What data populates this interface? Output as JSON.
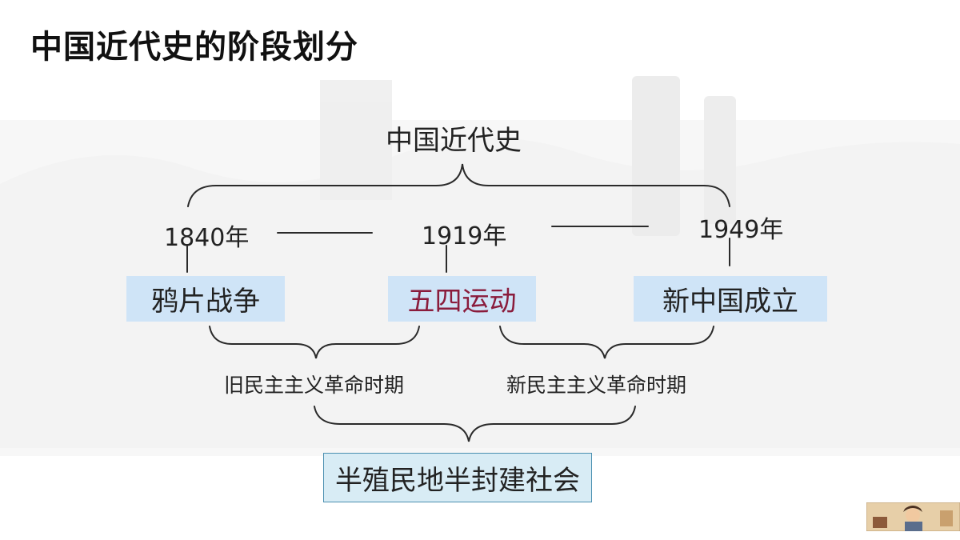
{
  "slide": {
    "title": "中国近代史的阶段划分"
  },
  "diagram": {
    "root": "中国近代史",
    "years": [
      "1840年",
      "1919年",
      "1949年"
    ],
    "events": [
      {
        "label": "鸦片战争",
        "color": "#222222"
      },
      {
        "label": "五四运动",
        "color": "#8a1c3c"
      },
      {
        "label": "新中国成立",
        "color": "#222222"
      }
    ],
    "periods": [
      "旧民主主义革命时期",
      "新民主主义革命时期"
    ],
    "society": "半殖民地半封建社会"
  },
  "colors": {
    "event_box": "#cfe4f7",
    "society_box": "#d8ecf5",
    "society_border": "#4a8fb0",
    "highlight_text": "#8a1c3c"
  }
}
